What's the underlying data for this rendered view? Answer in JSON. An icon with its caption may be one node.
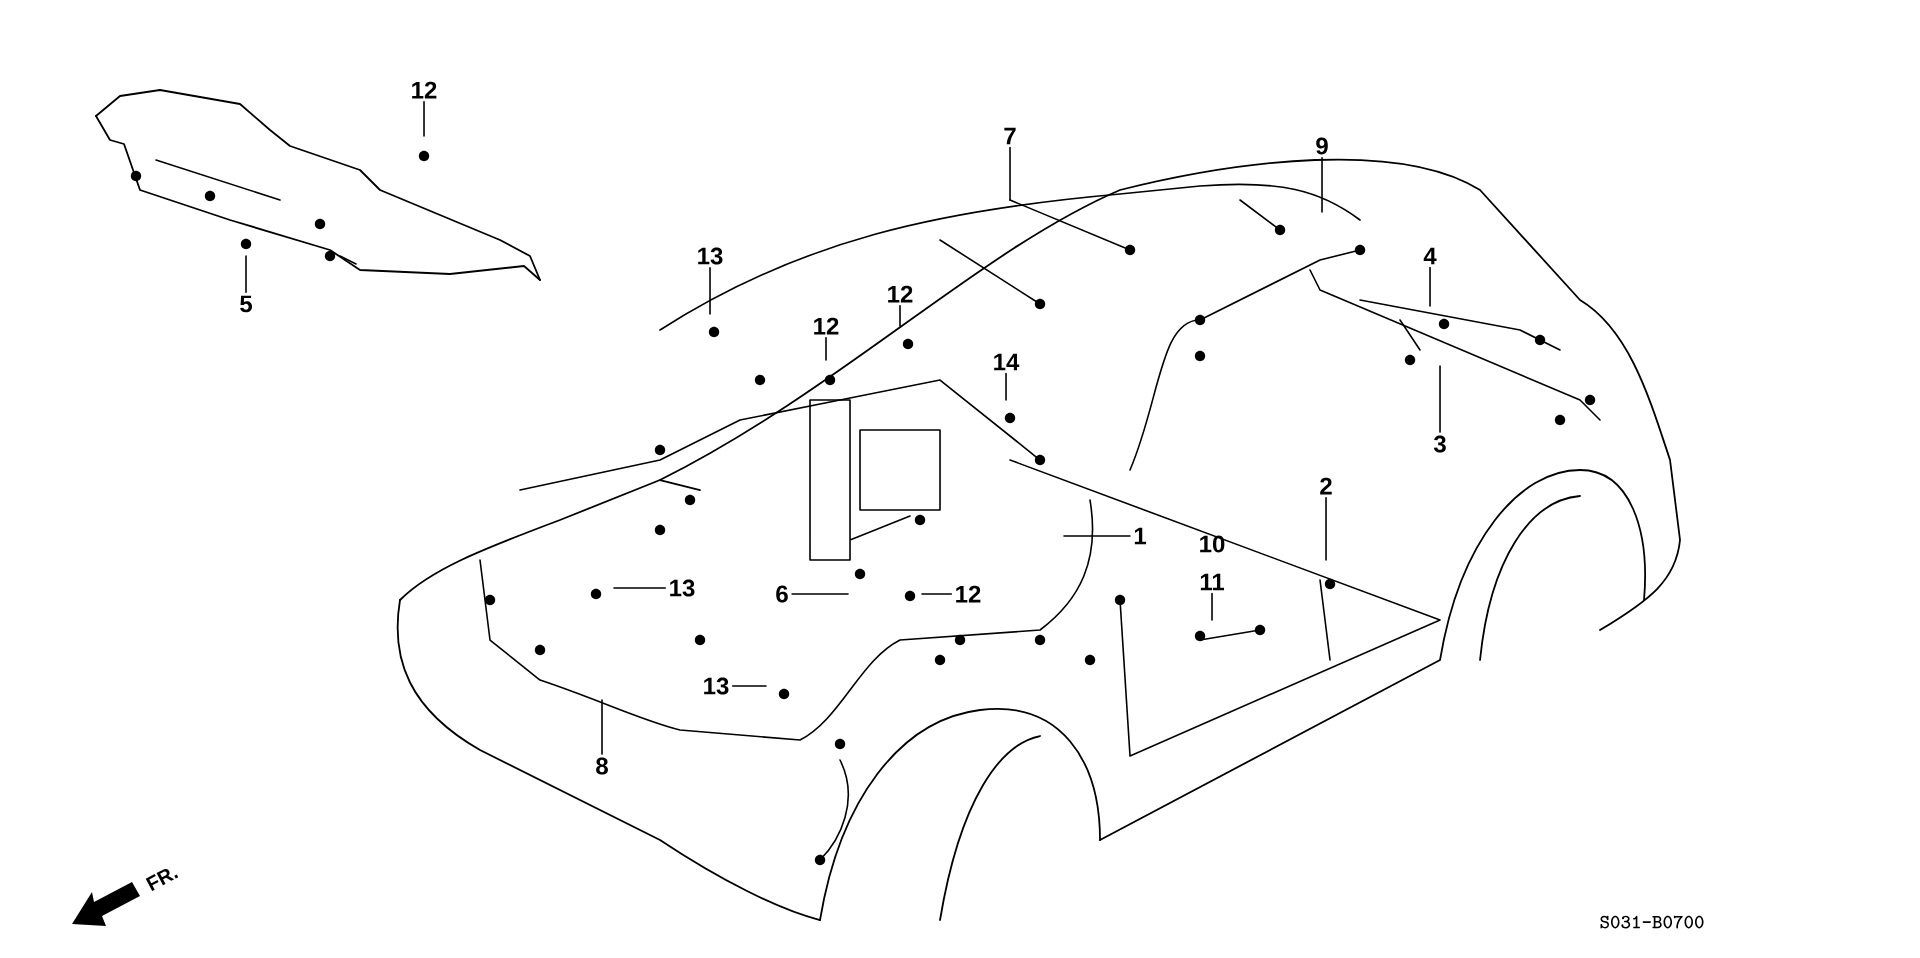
{
  "diagram": {
    "nodes": [
      {
        "text": [
          "12"
        ]
      },
      {
        "text": [
          "5"
        ]
      },
      {
        "text": [
          "7"
        ]
      },
      {
        "text": [
          "9"
        ]
      },
      {
        "text": [
          "13"
        ]
      },
      {
        "text": [
          "12"
        ]
      },
      {
        "text": [
          "12"
        ]
      },
      {
        "text": [
          "14"
        ]
      },
      {
        "text": [
          "4"
        ]
      },
      {
        "text": [
          "3"
        ]
      },
      {
        "text": [
          "2"
        ]
      },
      {
        "text": [
          "1"
        ]
      },
      {
        "text": [
          "11"
        ]
      },
      {
        "text": [
          "13"
        ]
      },
      {
        "text": [
          "6"
        ]
      },
      {
        "text": [
          "12"
        ]
      },
      {
        "text": [
          "13"
        ]
      },
      {
        "text": [
          "8"
        ]
      }
    ],
    "edges": [
      {
        "from": 0,
        "to": null,
        "arrow": "none"
      },
      {
        "from": 1,
        "to": null,
        "arrow": "none"
      },
      {
        "from": 2,
        "to": null,
        "arrow": "none"
      },
      {
        "from": 3,
        "to": null,
        "arrow": "none"
      },
      {
        "from": 4,
        "to": null,
        "arrow": "none"
      },
      {
        "from": 5,
        "to": null,
        "arrow": "none"
      },
      {
        "from": 6,
        "to": null,
        "arrow": "none"
      },
      {
        "from": 7,
        "to": null,
        "arrow": "none"
      },
      {
        "from": 8,
        "to": null,
        "arrow": "none"
      },
      {
        "from": 9,
        "to": null,
        "arrow": "none"
      },
      {
        "from": 10,
        "to": null,
        "arrow": "none"
      },
      {
        "from": 11,
        "to": null,
        "arrow": "none"
      },
      {
        "from": 12,
        "to": null,
        "arrow": "none"
      },
      {
        "from": 13,
        "to": null,
        "arrow": "none"
      },
      {
        "from": 14,
        "to": null,
        "arrow": "none"
      },
      {
        "from": 15,
        "to": null,
        "arrow": "none"
      },
      {
        "from": 16,
        "to": null,
        "arrow": "none"
      },
      {
        "from": 17,
        "to": null,
        "arrow": "none"
      }
    ],
    "labels": [
      "10",
      "FR.",
      "S031-B0700"
    ]
  }
}
